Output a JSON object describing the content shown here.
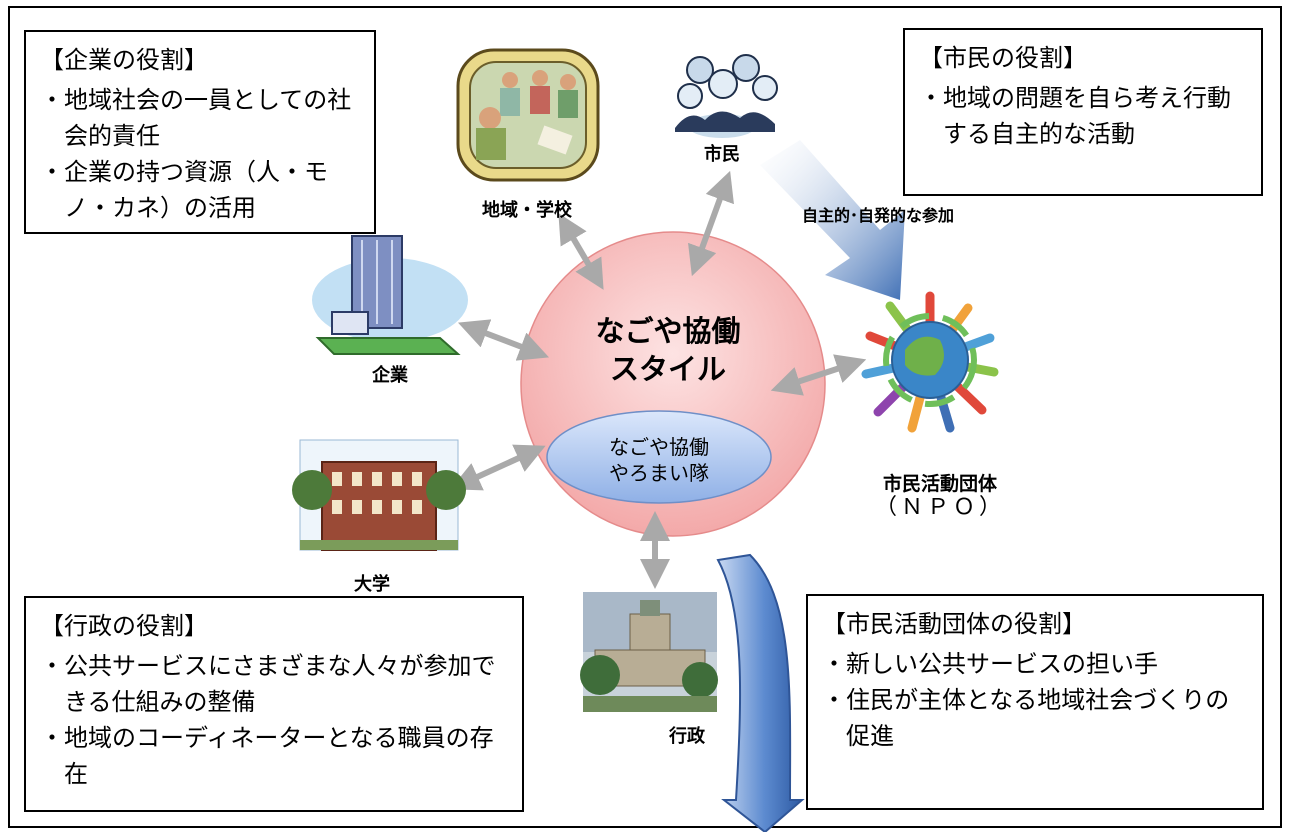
{
  "center": {
    "title_line1": "なごや協働",
    "title_line2": "スタイル",
    "inner_line1": "なごや協働",
    "inner_line2": "やろまい隊"
  },
  "nodes": {
    "community": "地域・学校",
    "citizens": "市民",
    "company": "企業",
    "npo_line1": "市民活動団体",
    "npo_line2": "（ＮＰＯ）",
    "university": "大学",
    "government": "行政"
  },
  "flow_label": "自主的･自発的な参加",
  "roles": {
    "company": {
      "title": "【企業の役割】",
      "items": [
        "地域社会の一員としての社会的責任",
        "企業の持つ資源（人・モノ・カネ）の活用"
      ]
    },
    "citizens": {
      "title": "【市民の役割】",
      "items": [
        "地域の問題を自ら考え行動する自主的な活動"
      ]
    },
    "government": {
      "title": "【行政の役割】",
      "items": [
        "公共サービスにさまざまな人々が参加できる仕組みの整備",
        "地域のコーディネーターとなる職員の存在"
      ]
    },
    "npo": {
      "title": "【市民活動団体の役割】",
      "items": [
        "新しい公共サービスの担い手",
        "住民が主体となる地域社会づくりの促進"
      ]
    }
  },
  "colors": {
    "circle": "#f4b6b6",
    "ellipse": "#a9c4ef",
    "arrow_blue": "#3f6fb5",
    "double_arrow": "#b0b0b0"
  }
}
